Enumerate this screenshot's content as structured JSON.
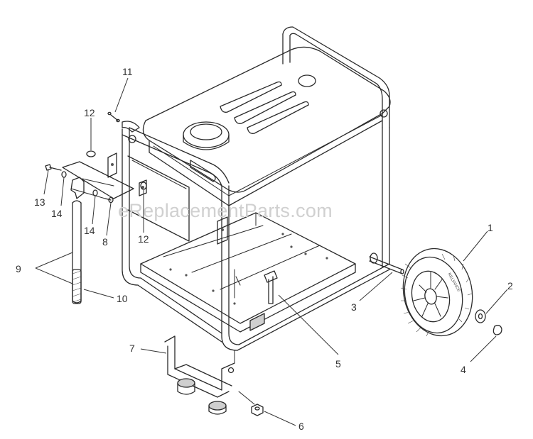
{
  "watermark": "eReplacementParts.com",
  "callouts": [
    {
      "id": "1",
      "text": "1"
    },
    {
      "id": "2",
      "text": "2"
    },
    {
      "id": "3",
      "text": "3"
    },
    {
      "id": "4",
      "text": "4"
    },
    {
      "id": "5",
      "text": "5"
    },
    {
      "id": "6",
      "text": "6"
    },
    {
      "id": "7",
      "text": "7"
    },
    {
      "id": "8",
      "text": "8"
    },
    {
      "id": "9",
      "text": "9"
    },
    {
      "id": "10",
      "text": "10"
    },
    {
      "id": "11",
      "text": "11"
    },
    {
      "id": "12a",
      "text": "12"
    },
    {
      "id": "12b",
      "text": "12"
    },
    {
      "id": "13",
      "text": "13"
    },
    {
      "id": "14a",
      "text": "14"
    },
    {
      "id": "14b",
      "text": "14"
    }
  ],
  "wheel_brand": "RELIANCE"
}
